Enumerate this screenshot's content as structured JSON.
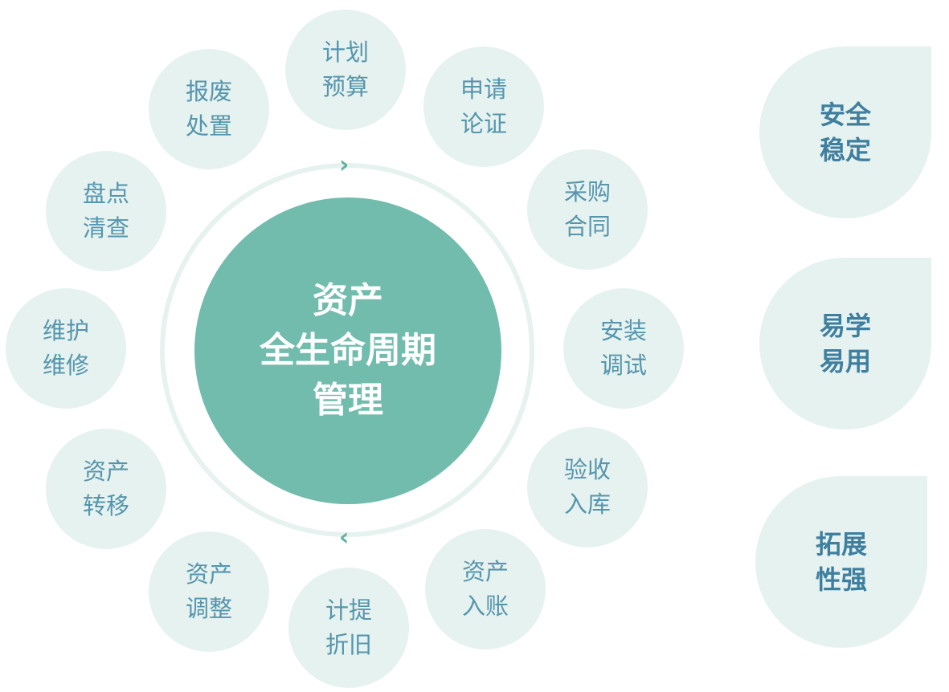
{
  "center": {
    "line1": "资产",
    "line2": "全生命周期",
    "line3": "管理"
  },
  "nodes": [
    {
      "line1": "计划",
      "line2": "预算"
    },
    {
      "line1": "申请",
      "line2": "论证"
    },
    {
      "line1": "采购",
      "line2": "合同"
    },
    {
      "line1": "安装",
      "line2": "调试"
    },
    {
      "line1": "验收",
      "line2": "入库"
    },
    {
      "line1": "资产",
      "line2": "入账"
    },
    {
      "line1": "计提",
      "line2": "折旧"
    },
    {
      "line1": "资产",
      "line2": "调整"
    },
    {
      "line1": "资产",
      "line2": "转移"
    },
    {
      "line1": "维护",
      "line2": "维修"
    },
    {
      "line1": "盘点",
      "line2": "清查"
    },
    {
      "line1": "报废",
      "line2": "处置"
    }
  ],
  "features": [
    {
      "line1": "安全",
      "line2": "稳定"
    },
    {
      "line1": "易学",
      "line2": "易用"
    },
    {
      "line1": "拓展",
      "line2": "性强"
    }
  ],
  "icons": {
    "cycle_top": "chevron-right-icon",
    "cycle_bottom": "chevron-left-icon"
  },
  "colors": {
    "center_fill": "#71bcad",
    "node_fill": "#e6f2ef",
    "node_text": "#5595ad",
    "feature_text": "#3e7fa0",
    "arrow": "#5fb1a0"
  }
}
